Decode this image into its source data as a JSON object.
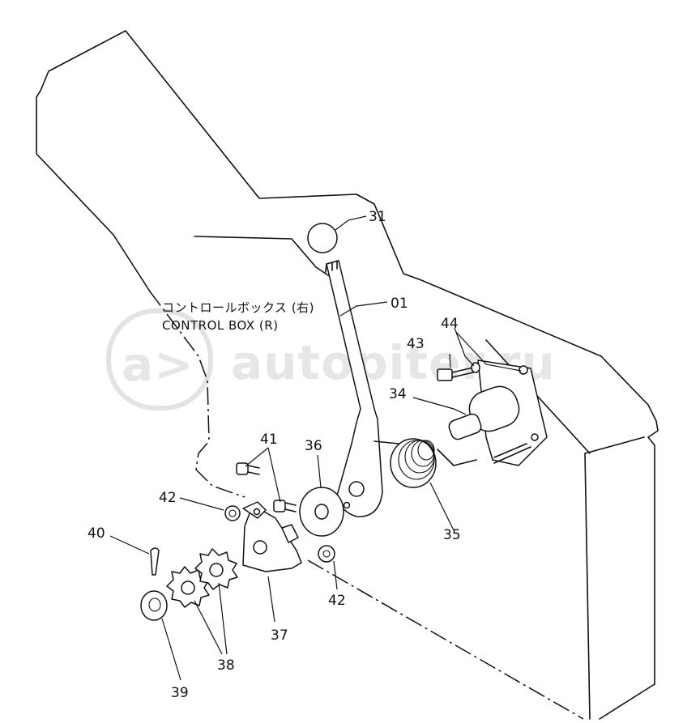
{
  "diagram": {
    "title_jp": "コントロールボックス (右)",
    "title_en": "CONTROL BOX (R)",
    "watermark": "autopiter.ru",
    "callouts": {
      "p31": "31",
      "p01": "01",
      "p44": "44",
      "p43": "43",
      "p34": "34",
      "p36": "36",
      "p41": "41",
      "p42a": "42",
      "p42b": "42",
      "p40": "40",
      "p35": "35",
      "p37": "37",
      "p38": "38",
      "p39": "39"
    }
  }
}
